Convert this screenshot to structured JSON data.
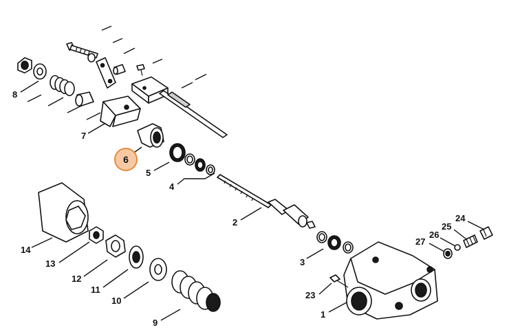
{
  "diagram": {
    "highlighted_callout": "6",
    "highlight_color": "#f6c9a4",
    "highlight_border_color": "#e8893a",
    "callouts": [
      {
        "id": "1",
        "text": "1"
      },
      {
        "id": "2",
        "text": "2"
      },
      {
        "id": "3",
        "text": "3"
      },
      {
        "id": "4",
        "text": "4"
      },
      {
        "id": "5",
        "text": "5"
      },
      {
        "id": "6",
        "text": "6"
      },
      {
        "id": "7",
        "text": "7"
      },
      {
        "id": "8",
        "text": "8"
      },
      {
        "id": "9",
        "text": "9"
      },
      {
        "id": "10",
        "text": "10"
      },
      {
        "id": "11",
        "text": "11"
      },
      {
        "id": "12",
        "text": "12"
      },
      {
        "id": "13",
        "text": "13"
      },
      {
        "id": "14",
        "text": "14"
      },
      {
        "id": "23",
        "text": "23"
      },
      {
        "id": "24",
        "text": "24"
      },
      {
        "id": "25",
        "text": "25"
      },
      {
        "id": "26",
        "text": "26"
      },
      {
        "id": "27",
        "text": "27"
      }
    ]
  }
}
